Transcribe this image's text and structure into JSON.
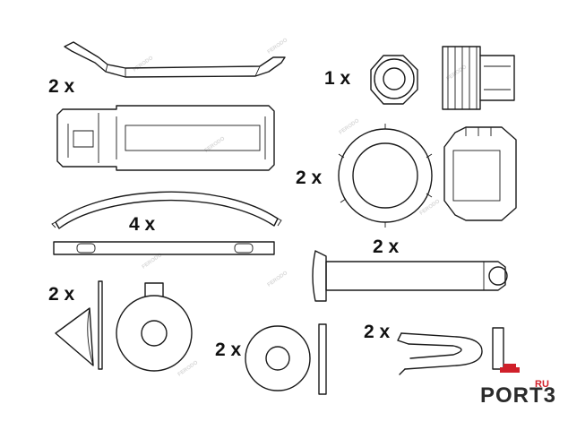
{
  "quantities": {
    "spring_strip": "2 x",
    "nut": "1 x",
    "collet_nut": "2 x",
    "leaf_spring": "4 x",
    "pin": "2 x",
    "cone": "2 x",
    "washer": "2 x",
    "clip": "2 x"
  },
  "watermark": {
    "brand": "FERODO"
  },
  "logo": {
    "text": "PORT3",
    "suffix": "RU",
    "accent": "#d0202a"
  }
}
